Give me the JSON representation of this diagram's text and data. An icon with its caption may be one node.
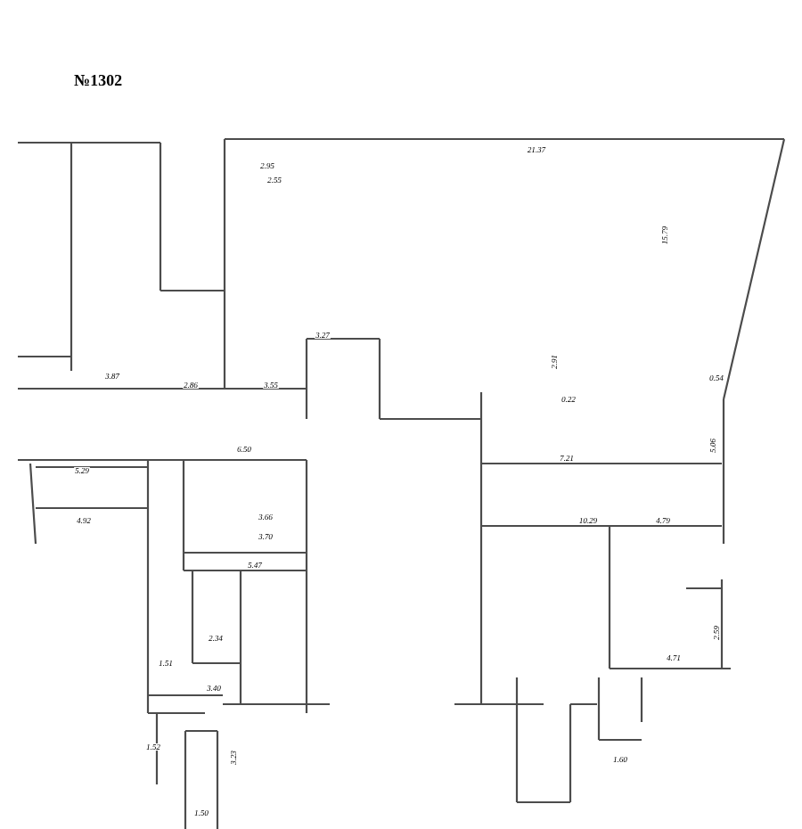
{
  "diagram": {
    "title": "№1302",
    "labels": [
      "2.95",
      "2.55",
      "21.37",
      "15.79",
      "3.27",
      "2.91",
      "0.22",
      "0.54",
      "5.06",
      "3.87",
      "2.86",
      "3.55",
      "5.29",
      "4.92",
      "6.50",
      "3.66",
      "3.70",
      "5.47",
      "2.34",
      "3.40",
      "1.51",
      "1.52",
      "3.23",
      "1.50",
      "7.21",
      "10.29",
      "4.79",
      "2.59",
      "4.71",
      "1.60"
    ]
  }
}
